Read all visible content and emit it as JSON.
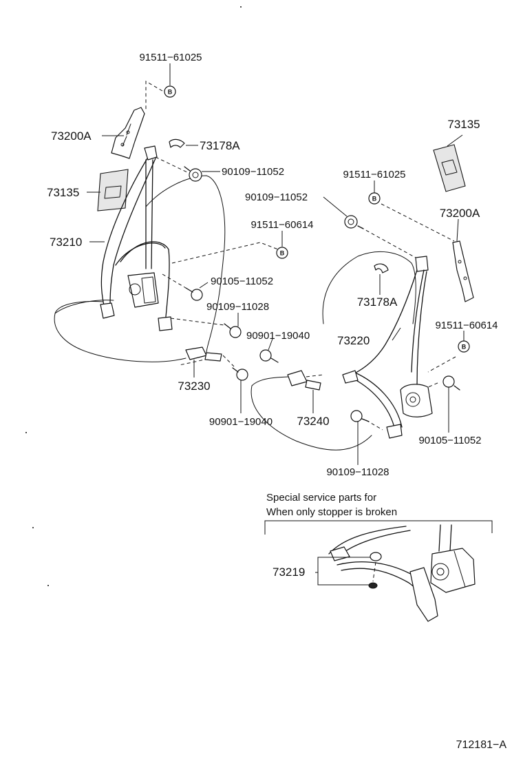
{
  "parts": {
    "p_91511_61025_left": "91511−61025",
    "p_73200A_left": "73200A",
    "p_73178A_left": "73178A",
    "p_90109_11052_left": "90109−11052",
    "p_73135_left": "73135",
    "p_73210": "73210",
    "p_91511_60614_left": "91511−60614",
    "p_90105_11052_left": "90105−11052",
    "p_90109_11028_left": "90109−11028",
    "p_90901_19040_mid": "90901−19040",
    "p_73230": "73230",
    "p_90901_19040_bottom": "90901−19040",
    "p_73240": "73240",
    "p_73135_right": "73135",
    "p_91511_61025_right": "91511−61025",
    "p_90109_11052_right": "90109−11052",
    "p_73200A_right": "73200A",
    "p_73178A_right": "73178A",
    "p_73220": "73220",
    "p_91511_60614_right": "91511−60614",
    "p_90105_11052_right": "90105−11052",
    "p_90109_11028_right": "90109−11028",
    "p_73219": "73219"
  },
  "bolt_marker_letter": "B",
  "special_note": {
    "line1": "Special service parts for",
    "line2": "When only stopper is broken"
  },
  "figure_ref": "712181−A"
}
